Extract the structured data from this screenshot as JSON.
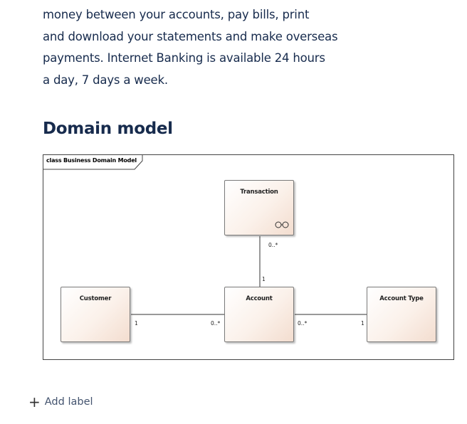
{
  "intro": {
    "lines": [
      "money between your accounts, pay bills, print",
      "and download your statements and make overseas",
      "payments. Internet Banking is available 24 hours",
      "a day, 7 days a week."
    ]
  },
  "section": {
    "heading": "Domain model"
  },
  "diagram": {
    "frame_label": "class Business Domain Model",
    "classes": {
      "transaction": "Transaction",
      "customer": "Customer",
      "account": "Account",
      "account_type": "Account Type"
    },
    "associations": {
      "transaction_account": {
        "transaction_end": "0..*",
        "account_end": "1"
      },
      "customer_account": {
        "customer_end": "1",
        "account_end": "0..*"
      },
      "account_accounttype": {
        "account_end": "0..*",
        "account_type_end": "1"
      }
    }
  },
  "footer": {
    "add_label": "Add label",
    "add_icon": "plus-icon"
  }
}
